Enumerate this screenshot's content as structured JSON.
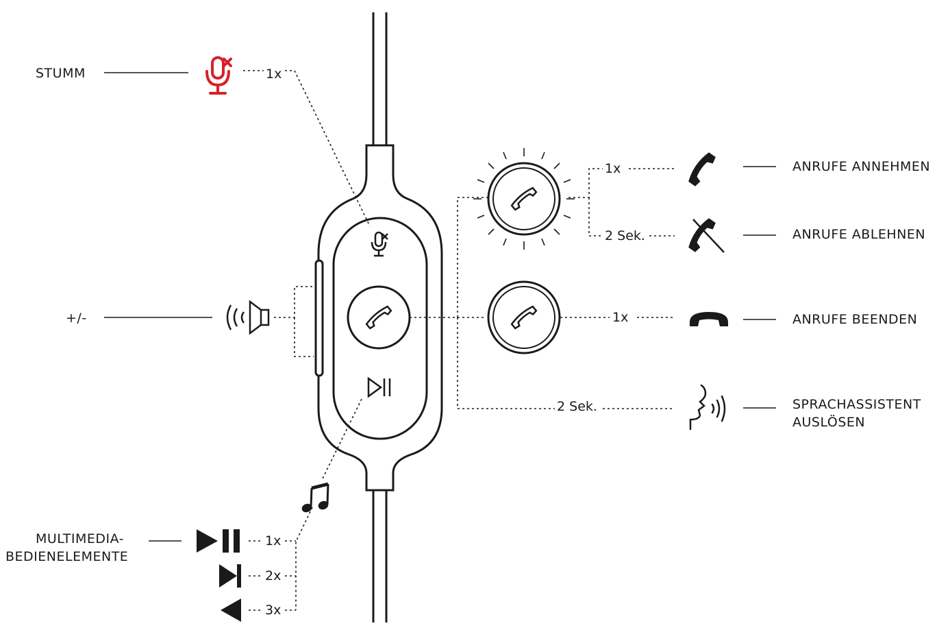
{
  "labels": {
    "mute": "STUMM",
    "volume": "+/-",
    "multimedia_1": "MULTIMEDIA-",
    "multimedia_2": "BEDIENELEMENTE",
    "answer": "ANRUFE ANNEHMEN",
    "reject": "ANRUFE ABLEHNEN",
    "end": "ANRUFE BEENDEN",
    "assistant_1": "SPRACHASSISTENT",
    "assistant_2": "AUSLÖSEN"
  },
  "counts": {
    "mute": "1x",
    "answer": "1x",
    "reject": "2 Sek.",
    "end": "1x",
    "assistant": "2 Sek.",
    "play_pause": "1x",
    "next": "2x",
    "previous": "3x"
  },
  "colors": {
    "ink": "#1a1a1a",
    "accent": "#d81f2a",
    "background": "#ffffff"
  },
  "icons": [
    "mute-mic-icon",
    "speaker-icon",
    "phone-icon",
    "play-pause-icon",
    "music-note-icon",
    "next-track-icon",
    "previous-track-icon",
    "voice-assistant-icon"
  ]
}
